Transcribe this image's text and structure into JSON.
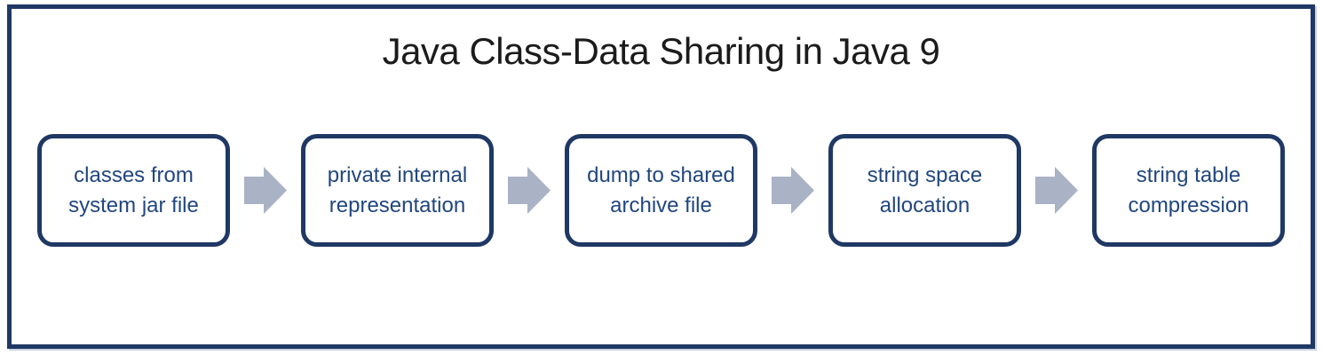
{
  "colors": {
    "background": "#ffffff",
    "frame_border": "#1f3864",
    "box_border": "#1f3864",
    "box_text": "#21467e",
    "arrow_fill": "#aab2c6",
    "title_text": "#1b1b1b"
  },
  "diagram": {
    "title": "Java Class-Data Sharing in Java 9",
    "steps": [
      {
        "label": "classes from\nsystem jar file"
      },
      {
        "label": "private internal\nrepresentation"
      },
      {
        "label": "dump to shared\narchive file"
      },
      {
        "label": "string space\nallocation"
      },
      {
        "label": "string table\ncompression"
      }
    ],
    "arrow_icon": "right-block-arrow"
  }
}
